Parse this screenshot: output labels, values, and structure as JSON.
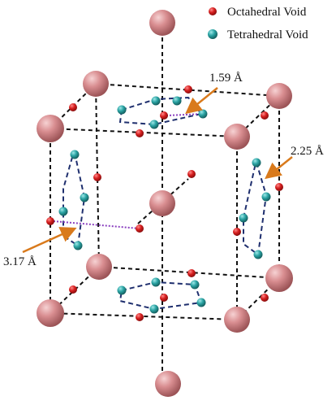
{
  "legend": {
    "octahedral_label": "Octahedral Void",
    "tetrahedral_label": "Tetrahedral Void"
  },
  "annotations": {
    "distance_top": "1.59 Å",
    "distance_right": "2.25 Å",
    "distance_left": "3.17 Å"
  },
  "colors": {
    "host_atom": "#d9898d",
    "octahedral_void": "#cc1a1a",
    "tetrahedral_void": "#2a9c9c",
    "cell_edge": "#111111",
    "tetrahedral_link": "#1f2f6e",
    "distance_marker": "#8a3fbf",
    "arrow": "#d97a1c"
  }
}
